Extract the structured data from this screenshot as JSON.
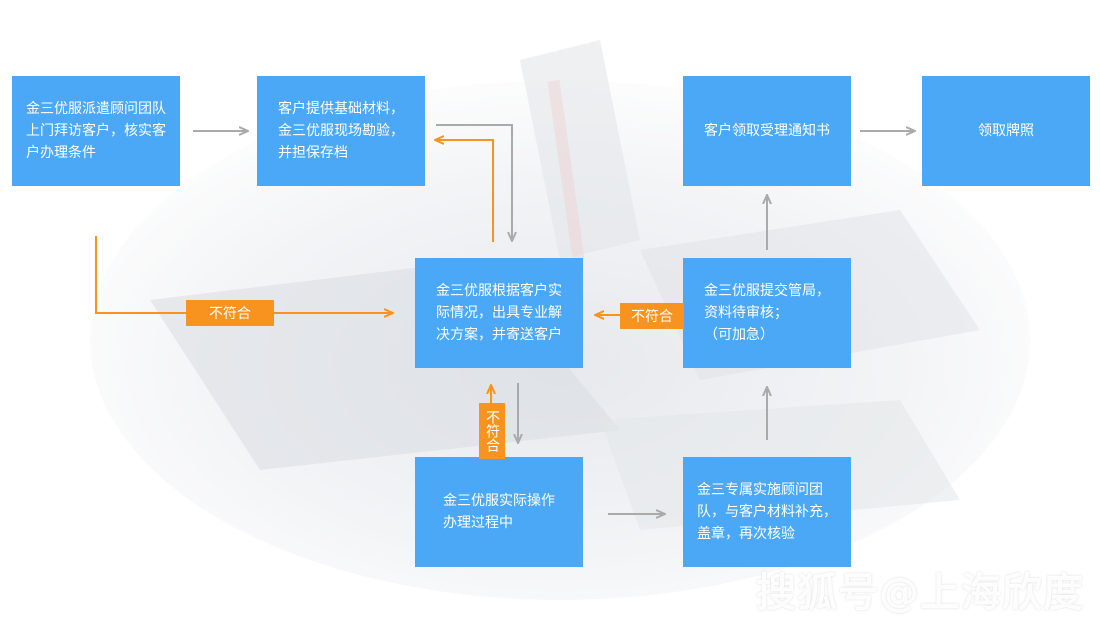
{
  "nodes": {
    "n1": "金三优服派遣顾问团队\n上门拜访客户，核实客\n户办理条件",
    "n2": "客户提供基础材料，\n金三优服现场勘验，\n并担保存档",
    "n3": "金三优服根据客户实\n际情况，出具专业解\n决方案，并寄送客户",
    "n4": "金三优服实际操作\n办理过程中",
    "n5": "金三专属实施顾问团\n队，与客户材料补充，\n盖章，再次核验",
    "n6": "金三优服提交管局，\n资料待审核；\n（可加急）",
    "n7": "客户领取受理通知书",
    "n8": "领取牌照"
  },
  "tags": {
    "t1": "不符合",
    "t2": "不符合",
    "t3": "不符合"
  },
  "watermark": "搜狐号@上海欣度",
  "colors": {
    "node": "#4aa8f7",
    "tag": "#f7931e",
    "arrow_gray": "#aaaaaa"
  }
}
